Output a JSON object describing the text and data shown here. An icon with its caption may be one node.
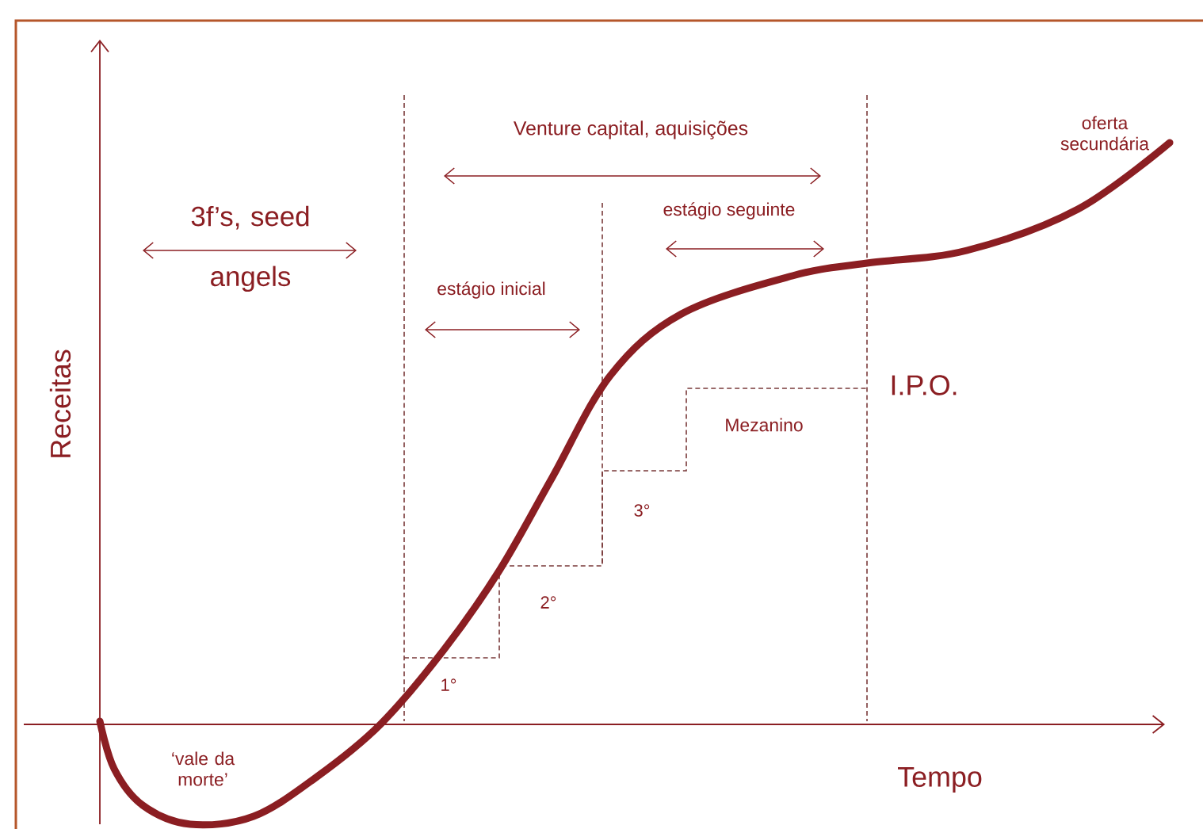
{
  "diagram": {
    "labels": [
      "oferta secundária",
      "Venture capital, aquisições",
      "3f’s, seed angels",
      "estágio seguinte",
      "estágio inicial",
      "I.P.O.",
      "Mezanino",
      "Receitas",
      "3°",
      "2°",
      "1°",
      "‘vale da morte’",
      "Tempo"
    ]
  }
}
